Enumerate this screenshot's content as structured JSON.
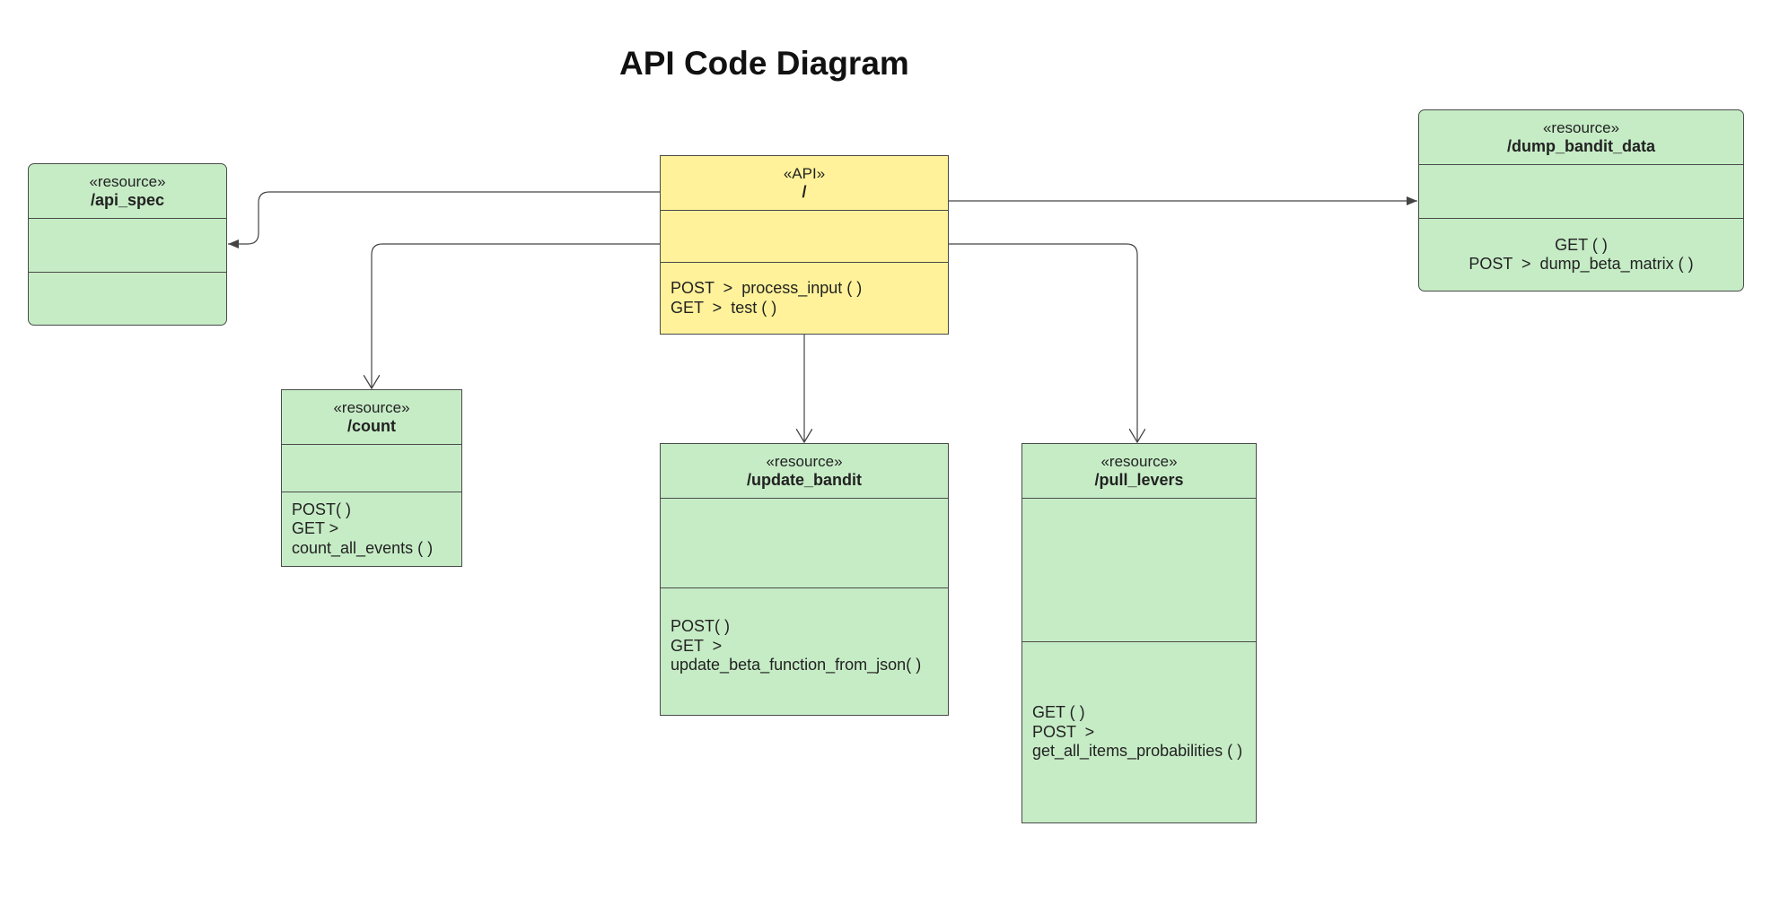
{
  "title": "API Code Diagram",
  "colors": {
    "resource_fill": "#c6ecc6",
    "api_fill": "#fff29a",
    "border": "#4a4a4a",
    "connector": "#444444"
  },
  "nodes": {
    "api_root": {
      "stereotype": "«API»",
      "name": "/",
      "ops": [
        "POST  >  process_input ( )",
        "GET  >  test ( )"
      ]
    },
    "api_spec": {
      "stereotype": "«resource»",
      "name": "/api_spec",
      "ops": []
    },
    "dump_bandit_data": {
      "stereotype": "«resource»",
      "name": "/dump_bandit_data",
      "ops": [
        "GET ( )",
        "POST  >  dump_beta_matrix ( )"
      ]
    },
    "count": {
      "stereotype": "«resource»",
      "name": "/count",
      "ops": [
        "POST( )",
        "GET >",
        "count_all_events ( )"
      ]
    },
    "update_bandit": {
      "stereotype": "«resource»",
      "name": "/update_bandit",
      "ops": [
        "POST( )",
        "GET  >",
        "update_beta_function_from_json( )"
      ]
    },
    "pull_levers": {
      "stereotype": "«resource»",
      "name": "/pull_levers",
      "ops": [
        "GET ( )",
        "POST  >",
        "get_all_items_probabilities ( )"
      ]
    }
  },
  "edges": [
    {
      "from": "api_root",
      "to": "api_spec",
      "arrow": "filled"
    },
    {
      "from": "api_root",
      "to": "dump_bandit_data",
      "arrow": "filled"
    },
    {
      "from": "api_root",
      "to": "count",
      "arrow": "open"
    },
    {
      "from": "api_root",
      "to": "update_bandit",
      "arrow": "open"
    },
    {
      "from": "api_root",
      "to": "pull_levers",
      "arrow": "open"
    }
  ]
}
